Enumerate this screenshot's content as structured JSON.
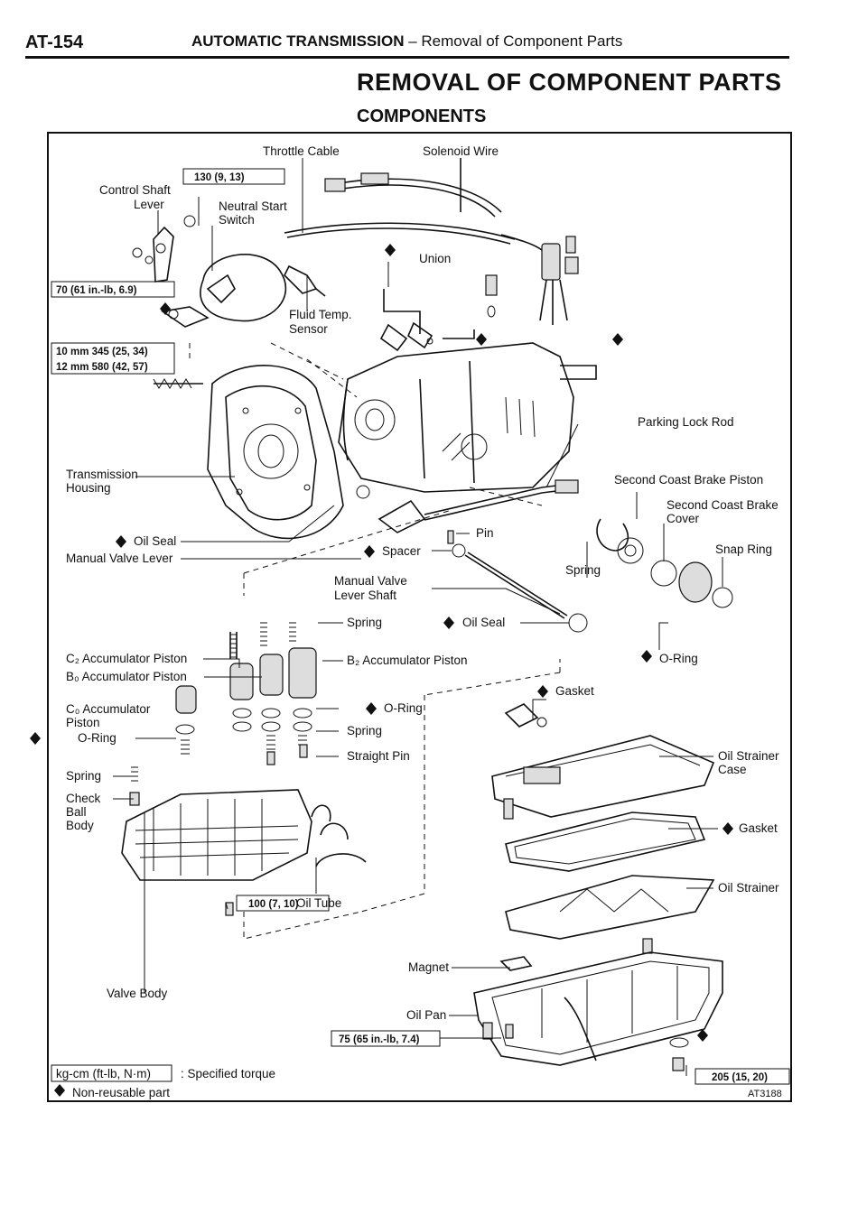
{
  "header": {
    "page_number": "AT-154",
    "section": "AUTOMATIC TRANSMISSION",
    "subsection": "– Removal of Component Parts"
  },
  "title": "REMOVAL OF COMPONENT PARTS",
  "subtitle": "COMPONENTS",
  "labels": {
    "throttle_cable": "Throttle Cable",
    "solenoid_wire": "Solenoid Wire",
    "control_shaft": "Control Shaft",
    "lever": "Lever",
    "neutral_start": "Neutral Start",
    "switch": "Switch",
    "union": "Union",
    "fluid_temp": "Fluid Temp.",
    "sensor": "Sensor",
    "parking_lock_rod": "Parking Lock Rod",
    "transmission": "Transmission",
    "housing": "Housing",
    "second_coast_brake_piston": "Second Coast Brake Piston",
    "second_coast_brake": "Second Coast Brake",
    "cover": "Cover",
    "oil_seal_1": "Oil Seal",
    "manual_valve_lever": "Manual Valve Lever",
    "pin": "Pin",
    "spacer": "Spacer",
    "snap_ring": "Snap Ring",
    "spring_1": "Spring",
    "manual_valve": "Manual Valve",
    "lever_shaft": "Lever Shaft",
    "spring_2": "Spring",
    "oil_seal_2": "Oil Seal",
    "c2_accumulator_piston": "C₂ Accumulator Piston",
    "b2_accumulator_piston": "B₂ Accumulator Piston",
    "b0_accumulator_piston": "B₀ Accumulator Piston",
    "o_ring_1": "O-Ring",
    "gasket_1": "Gasket",
    "c0_accumulator": "C₀ Accumulator",
    "piston": "Piston",
    "o_ring_2": "O-Ring",
    "o_ring_3": "O-Ring",
    "spring_3": "Spring",
    "straight_pin": "Straight Pin",
    "spring_4": "Spring",
    "oil_strainer_case_1": "Oil Strainer",
    "oil_strainer_case_2": "Case",
    "check": "Check",
    "ball": "Ball",
    "body": "Body",
    "gasket_2": "Gasket",
    "oil_strainer": "Oil Strainer",
    "oil_tube": "Oil Tube",
    "magnet": "Magnet",
    "valve_body": "Valve Body",
    "oil_pan": "Oil Pan"
  },
  "torques": {
    "t130": "130 (9, 13)",
    "t70": "70 (61 in.-lb, 6.9)",
    "t10mm": "10 mm  345 (25, 34)",
    "t12mm": "12 mm  580 (42, 57)",
    "t100": "100 (7, 10)",
    "t75": "75 (65 in.-lb, 7.4)",
    "t205": "205 (15, 20)"
  },
  "legend": {
    "torque_units": "kg-cm (ft-lb, N·m)",
    "torque_desc": ": Specified torque",
    "nonreusable": "Non-reusable part"
  },
  "figure_code": "AT3188"
}
